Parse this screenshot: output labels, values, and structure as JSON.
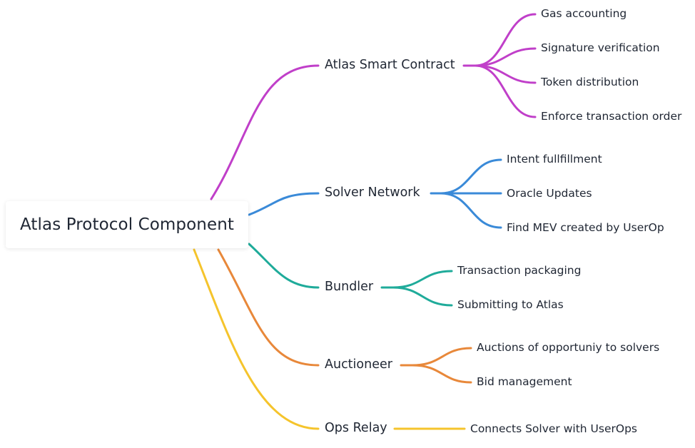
{
  "root": {
    "label": "Atlas Protocol Component"
  },
  "branches": [
    {
      "label": "Atlas Smart Contract",
      "color": "#c03fc9",
      "children": [
        "Gas accounting",
        "Signature verification",
        "Token distribution",
        "Enforce transaction order"
      ]
    },
    {
      "label": "Solver Network",
      "color": "#3a8ad8",
      "children": [
        "Intent fullfillment",
        "Oracle Updates",
        "Find MEV created by UserOp"
      ]
    },
    {
      "label": "Bundler",
      "color": "#1fab9a",
      "children": [
        "Transaction packaging",
        "Submitting to Atlas"
      ]
    },
    {
      "label": "Auctioneer",
      "color": "#e8883a",
      "children": [
        "Auctions of opportuniy to solvers",
        "Bid management"
      ]
    },
    {
      "label": "Ops Relay",
      "color": "#f5c42c",
      "children": [
        "Connects Solver with UserOps"
      ]
    }
  ]
}
